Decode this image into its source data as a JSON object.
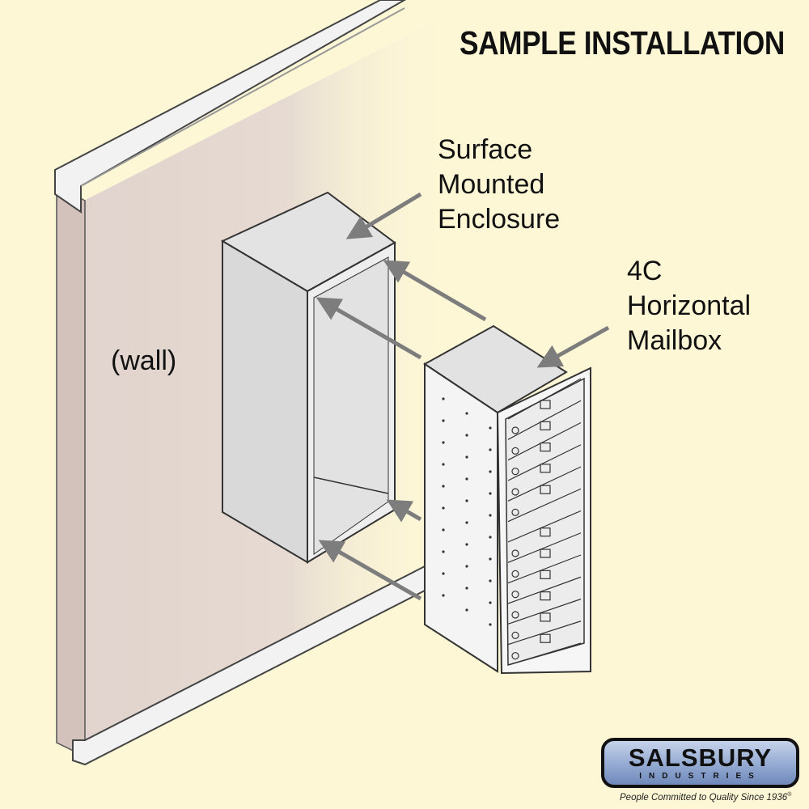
{
  "title": "SAMPLE INSTALLATION",
  "labels": {
    "wall": "(wall)",
    "enclosure": [
      "Surface",
      "Mounted",
      "Enclosure"
    ],
    "mailbox": [
      "4C",
      "Horizontal",
      "Mailbox"
    ]
  },
  "logo": {
    "name": "SALSBURY",
    "sub": "INDUSTRIES",
    "tagline": "People Committed to Quality Since 1936",
    "registered": "®"
  },
  "colors": {
    "background": "#fdf7d6",
    "wall": "#e1d3cd",
    "arrow": "#7d7d7d"
  }
}
